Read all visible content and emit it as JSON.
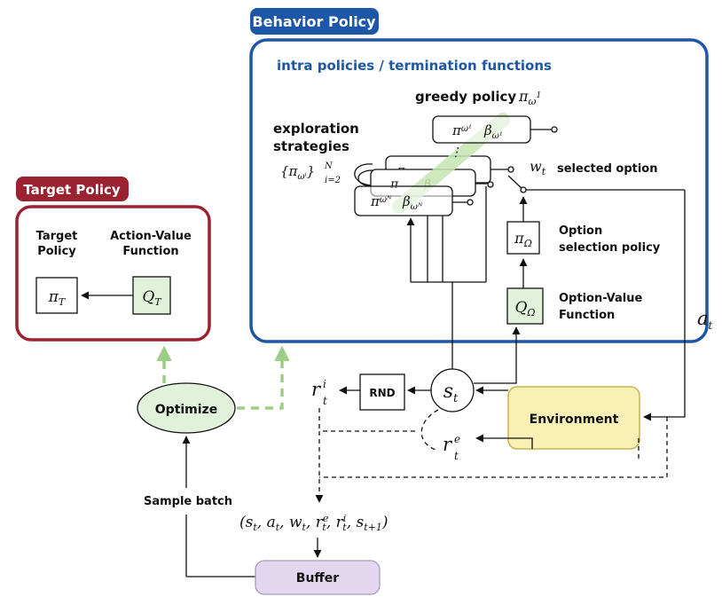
{
  "behavior": {
    "title": "Behavior Policy",
    "subtitle": "intra policies / termination functions",
    "greedy_label": "greedy policy",
    "greedy_symbol": "π",
    "greedy_sub": "ω",
    "greedy_sup": "1",
    "exploration_line1": "exploration",
    "exploration_line2": "strategies",
    "exploration_set": "{π",
    "exploration_set_sub": "ωⁱ",
    "exploration_set_close": "}",
    "exploration_set_sup": "N",
    "exploration_set_lower": "i=2",
    "top_box_pi": "π",
    "top_box_pi_sub": "ω¹",
    "top_box_beta": "β",
    "top_box_beta_sub": "ω¹",
    "bottom_box_pi": "π",
    "bottom_box_pi_sub": "ωᴺ",
    "bottom_box_beta": "β",
    "bottom_box_beta_sub": "ωᴺ",
    "mid_box_pi": "π",
    "mid_box_beta": "β",
    "dots": "⋮",
    "w_symbol": "w",
    "w_sub": "t",
    "selected_option": "selected option",
    "option_policy_symbol": "π",
    "option_policy_sub": "Ω",
    "option_policy_line1": "Option",
    "option_policy_line2": "selection policy",
    "option_value_symbol": "Q",
    "option_value_sub": "Ω",
    "option_value_line1": "Option-Value",
    "option_value_line2": "Function"
  },
  "target": {
    "title": "Target Policy",
    "col1_line1": "Target",
    "col1_line2": "Policy",
    "col2_line1": "Action-Value",
    "col2_line2": "Function",
    "pi_symbol": "π",
    "pi_sub": "T",
    "q_symbol": "Q",
    "q_sub": "T"
  },
  "flow": {
    "optimize": "Optimize",
    "sample_batch": "Sample batch",
    "buffer": "Buffer",
    "environment": "Environment",
    "rnd": "RND",
    "state_symbol": "s",
    "state_sub": "t",
    "ri_symbol": "r",
    "ri_sup": "i",
    "ri_sub": "t",
    "re_symbol": "r",
    "re_sup": "e",
    "re_sub": "t",
    "a_symbol": "a",
    "a_sub": "t",
    "tuple_open": "(s",
    "tuple_t1": "t",
    "tuple_a": ", a",
    "tuple_t2": "t",
    "tuple_w": ", w",
    "tuple_t3": "t",
    "tuple_re": ", r",
    "tuple_re_sup": "e",
    "tuple_t4": "t",
    "tuple_ri": ", r",
    "tuple_ri_sup": "i",
    "tuple_t5": "t",
    "tuple_s": ", s",
    "tuple_t6": "t+1",
    "tuple_close": ")"
  },
  "colors": {
    "behavior_blue": "#1d57a8",
    "target_red": "#9b2230",
    "green_fill": "#e2f1da",
    "green_dash": "#9ccf85",
    "env_fill": "#f8f0b4",
    "env_stroke": "#c8b44a",
    "buffer_fill": "#e2d7ee",
    "buffer_stroke": "#a99bbf"
  }
}
